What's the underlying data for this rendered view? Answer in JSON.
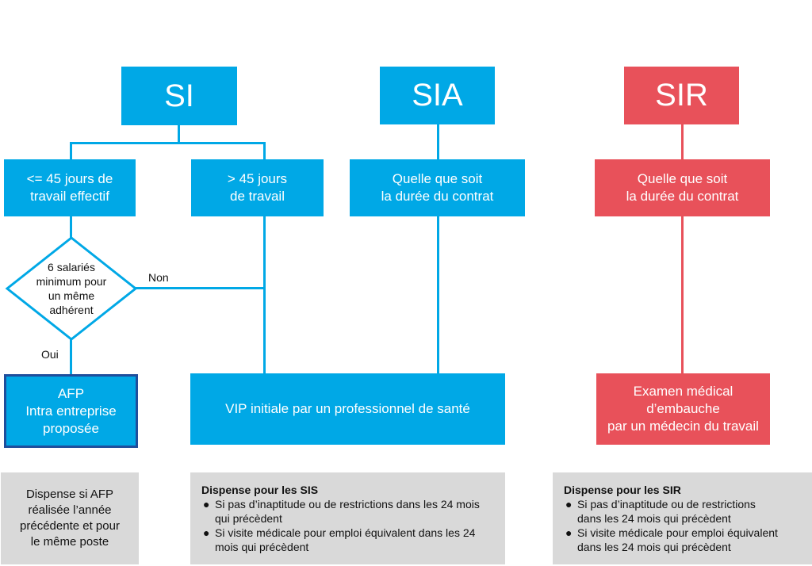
{
  "headers": {
    "si": "SI",
    "sia": "SIA",
    "sir": "SIR"
  },
  "conditions": {
    "le45": [
      "<= 45 jours de",
      "travail effectif"
    ],
    "gt45": [
      "> 45 jours",
      "de travail"
    ],
    "sia_any": [
      "Quelle que soit",
      "la durée du contrat"
    ],
    "sir_any": [
      "Quelle que soit",
      "la durée du contrat"
    ]
  },
  "decision": {
    "lines": [
      "6 salariés",
      "minimum pour",
      "un même",
      "adhérent"
    ],
    "no_label": "Non",
    "yes_label": "Oui"
  },
  "outcomes": {
    "afp": [
      "AFP",
      "Intra entreprise",
      "proposée"
    ],
    "vip": "VIP initiale par un professionnel de santé",
    "exam": [
      "Examen médical",
      "d’embauche",
      "par un médecin du travail"
    ]
  },
  "notes": {
    "afp_note": [
      "Dispense si AFP",
      "réalisée l’année",
      "précédente et pour",
      "le même poste"
    ],
    "sis": {
      "title": "Dispense pour les SIS",
      "bullets": [
        [
          "Si pas d’inaptitude ou de restrictions dans les 24 mois",
          "qui précèdent"
        ],
        [
          "Si visite médicale pour emploi équivalent dans les 24",
          "mois qui précèdent"
        ]
      ]
    },
    "sir": {
      "title": "Dispense pour les SIR",
      "bullets": [
        [
          "Si pas d’inaptitude ou de restrictions",
          "dans les 24 mois qui précèdent"
        ],
        [
          "Si visite médicale pour emploi équivalent",
          "dans les 24 mois qui précèdent"
        ]
      ]
    }
  },
  "colors": {
    "blue": "#00a8e6",
    "red": "#e8515a",
    "afp_border": "#1f4e9c",
    "grey": "#d9d9d9"
  }
}
